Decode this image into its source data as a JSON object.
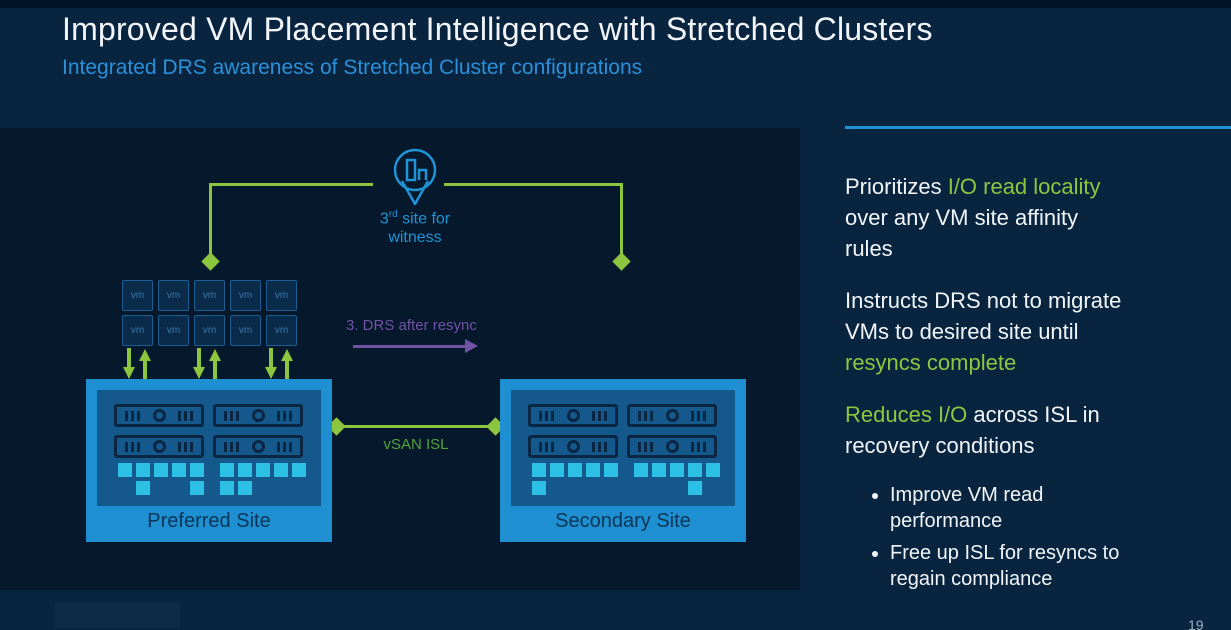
{
  "header": {
    "title": "Improved VM Placement Intelligence with Stretched Clusters",
    "subtitle": "Integrated DRS awareness of Stretched Cluster configurations"
  },
  "diagram": {
    "witness": {
      "num": "3",
      "sup": "rd",
      "rest": " site for",
      "line2": "witness"
    },
    "vm_label": "vm",
    "vm_grid": {
      "rows": 2,
      "cols": 5
    },
    "drs_label": "3. DRS after resync",
    "isl_label": "vSAN ISL",
    "sites": [
      {
        "name": "Preferred Site",
        "disk_groups": [
          {
            "row1": 5,
            "row2": [
              1,
              4
            ]
          },
          {
            "row1": 5,
            "row2": [
              0,
              1
            ]
          }
        ]
      },
      {
        "name": "Secondary Site",
        "disk_groups": [
          {
            "row1": 5,
            "row2": [
              0
            ]
          },
          {
            "row1": 5,
            "row2": [
              3
            ]
          }
        ]
      }
    ]
  },
  "notes": {
    "paragraphs": [
      {
        "lines": [
          [
            {
              "t": "Prioritizes ",
              "c": "white"
            },
            {
              "t": "I/O read locality",
              "c": "green"
            }
          ],
          [
            {
              "t": "over any VM site affinity",
              "c": "white"
            }
          ],
          [
            {
              "t": "rules",
              "c": "white"
            }
          ]
        ]
      },
      {
        "lines": [
          [
            {
              "t": "Instructs DRS not to migrate",
              "c": "white"
            }
          ],
          [
            {
              "t": "VMs to desired site until",
              "c": "white"
            }
          ],
          [
            {
              "t": "resyncs complete",
              "c": "green"
            }
          ]
        ]
      },
      {
        "lines": [
          [
            {
              "t": "Reduces I/O",
              "c": "green"
            },
            {
              "t": " across ISL in",
              "c": "white"
            }
          ],
          [
            {
              "t": "recovery conditions",
              "c": "white"
            }
          ]
        ]
      }
    ],
    "bullets": [
      {
        "lines": [
          "Improve VM read",
          "performance"
        ]
      },
      {
        "lines": [
          "Free up ISL for resyncs to",
          "regain compliance"
        ]
      }
    ]
  },
  "footer": {
    "page_number": "19"
  },
  "colors": {
    "bg": "#08243f",
    "panel": "#06192c",
    "accent_blue": "#1f93d6",
    "subtitle_blue": "#2b90d8",
    "site_blue": "#1e8fd0",
    "site_inner_blue": "#15588c",
    "navy_dark": "#0a2642",
    "green": "#8cc63f",
    "green_text": "#8dc63f",
    "green_dark": "#54a23d",
    "purple": "#7252a4",
    "cyan": "#2cc0e4",
    "white_text": "#f2f6fa",
    "vm_border": "#1d5c8e",
    "vm_fill": "#0a2b49",
    "vm_text": "#3a78a8",
    "site_label": "#0b3557"
  }
}
